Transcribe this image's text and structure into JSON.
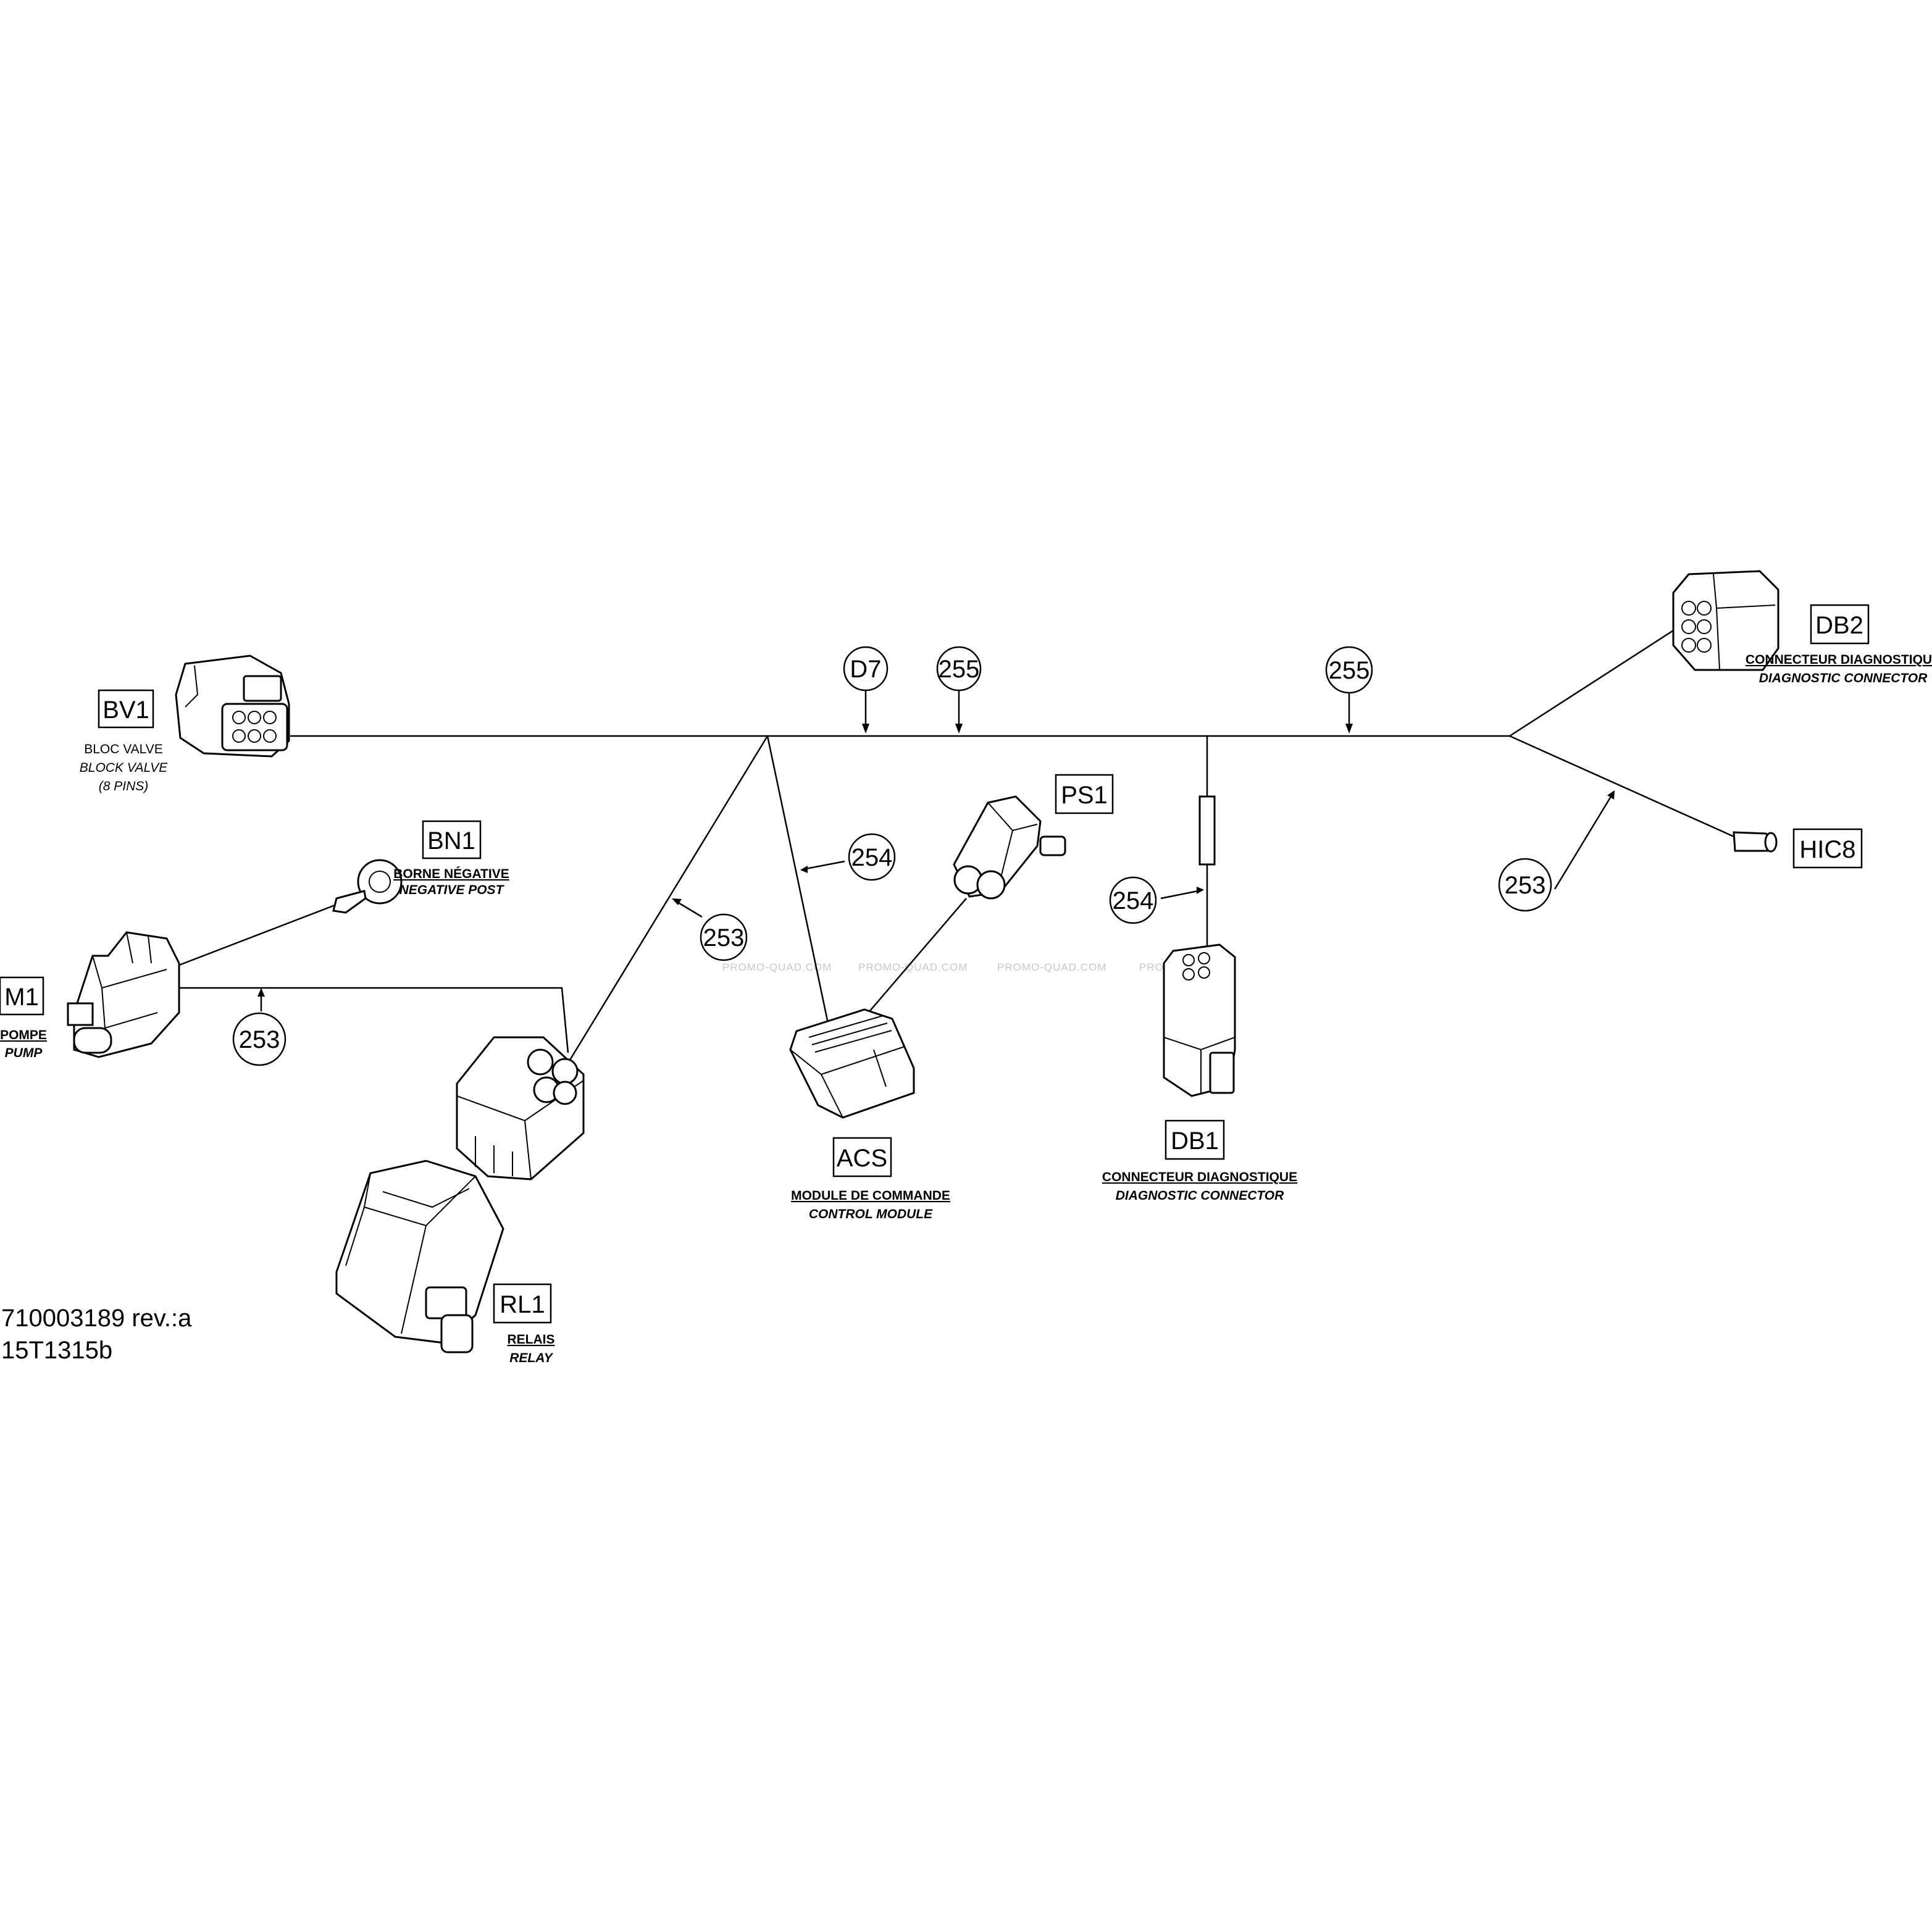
{
  "callouts": {
    "d7": "D7",
    "c255_left": "255",
    "c255_right": "255",
    "c254_acs": "254",
    "c254_db1": "254",
    "c253_rl1": "253",
    "c253_m1": "253",
    "c253_hic8": "253"
  },
  "components": {
    "bv1": {
      "code": "BV1",
      "line1": "BLOC VALVE",
      "line2": "BLOCK VALVE",
      "line3": "(8 PINS)"
    },
    "bn1": {
      "code": "BN1",
      "line1": "BORNE NÉGATIVE",
      "line2": "NEGATIVE POST"
    },
    "m1": {
      "code": "M1",
      "line1": "POMPE",
      "line2": "PUMP"
    },
    "ps1": {
      "code": "PS1"
    },
    "acs": {
      "code": "ACS",
      "line1": "MODULE DE COMMANDE",
      "line2": "CONTROL MODULE"
    },
    "db1": {
      "code": "DB1",
      "line1": "CONNECTEUR DIAGNOSTIQUE",
      "line2": "DIAGNOSTIC CONNECTOR"
    },
    "db2": {
      "code": "DB2",
      "line1": "CONNECTEUR DIAGNOSTIQUE",
      "line2": "DIAGNOSTIC CONNECTOR"
    },
    "hic8": {
      "code": "HIC8"
    },
    "rl1": {
      "code": "RL1",
      "line1": "RELAIS",
      "line2": "RELAY"
    }
  },
  "document": {
    "part_number": "710003189 rev.:a",
    "drawing_id": "15T1315b"
  },
  "watermark": [
    "PROMO-QUAD.COM",
    "PROMO-QUAD.COM",
    "PROMO-QUAD.COM",
    "PROMO"
  ]
}
